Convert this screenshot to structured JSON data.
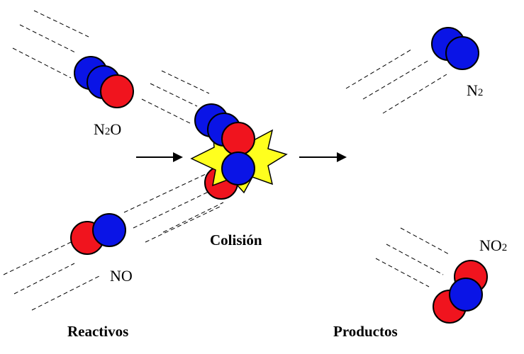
{
  "colors": {
    "nitrogen": "#0a14e6",
    "oxygen": "#f0141e",
    "collision_star": "#ffff1e",
    "ink": "#000000"
  },
  "labels": {
    "n2o": {
      "main": "N",
      "sub": "2",
      "tail": "O"
    },
    "no": "NO",
    "n2": {
      "main": "N",
      "sub": "2"
    },
    "no2": {
      "main": "NO",
      "sub": "2"
    }
  },
  "captions": {
    "reactants": "Reactivos",
    "collision": "Colisión",
    "products": "Productos"
  },
  "icons": {
    "arrow_1": "right-arrow-icon",
    "arrow_2": "right-arrow-icon",
    "star": "collision-burst-icon"
  }
}
